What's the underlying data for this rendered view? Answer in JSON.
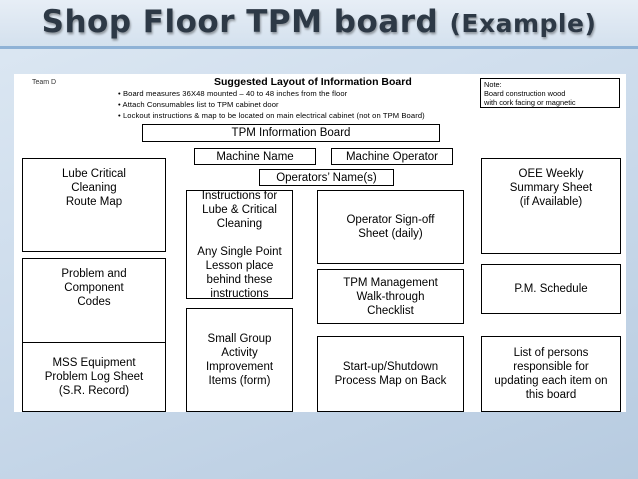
{
  "slide": {
    "title_main": "Shop Floor TPM board",
    "title_sub": "(Example)"
  },
  "board": {
    "team_label": "Team D",
    "layout_title": "Suggested Layout of Information Board",
    "bullets": [
      "• Board measures 36X48 mounted – 40 to 48 inches from the floor",
      "• Attach Consumables list to TPM cabinet door",
      "• Lockout instructions & map to be located on main electrical cabinet (not on TPM Board)"
    ],
    "note": "Note:\nBoard construction wood\nwith cork facing or magnetic",
    "header_label": "TPM Information Board",
    "machine_name": "Machine Name",
    "machine_operator": "Machine Operator",
    "operators_names": "Operators’ Name(s)",
    "left_column": [
      "Lube Critical\nCleaning\nRoute Map",
      "Problem and\nComponent\nCodes",
      "MSS Equipment\nProblem Log Sheet\n(S.R. Record)"
    ],
    "center_left": {
      "instructions": "Instructions for\nLube & Critical\nCleaning\n\nAny Single Point\nLesson place\nbehind these\ninstructions",
      "small_group": "Small Group\nActivity\nImprovement\nItems (form)"
    },
    "center_right": [
      "Operator Sign-off\nSheet (daily)",
      "TPM Management\nWalk-through\nChecklist",
      "Start-up/Shutdown\nProcess Map on Back"
    ],
    "right_column": [
      "OEE Weekly\nSummary Sheet\n(if Available)",
      "P.M. Schedule",
      "List of persons\nresponsible for\nupdating each item on\nthis board"
    ]
  }
}
